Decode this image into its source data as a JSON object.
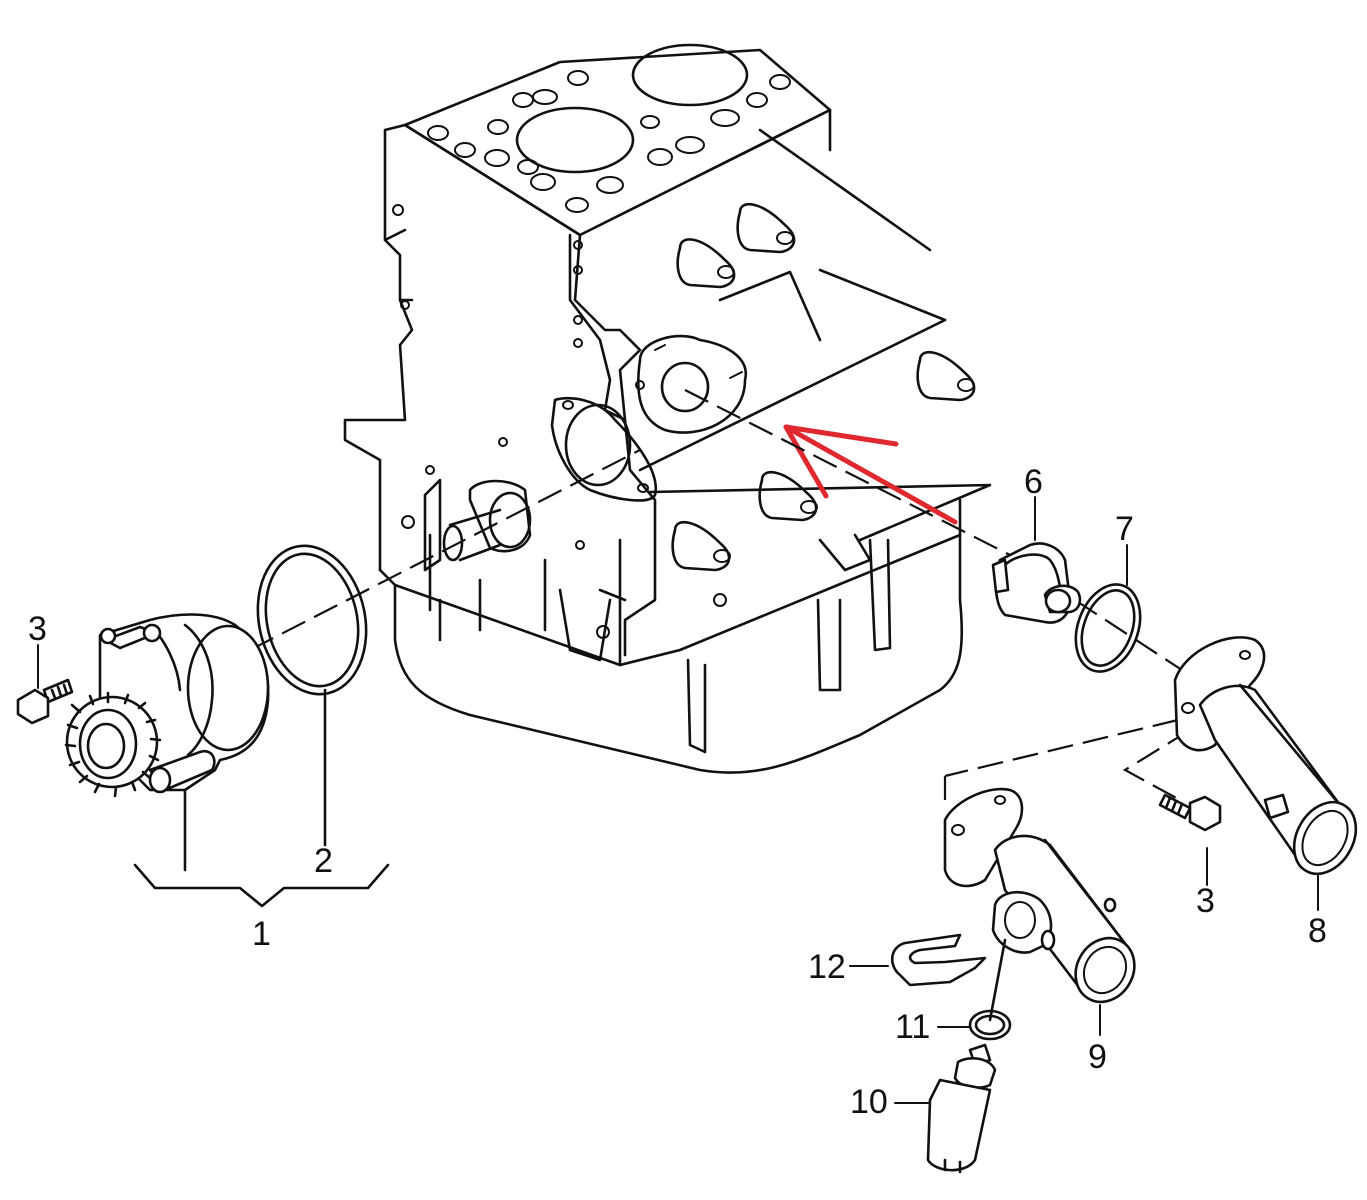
{
  "labels": {
    "l1": "1",
    "l2": "2",
    "l3a": "3",
    "l3b": "3",
    "l6": "6",
    "l7": "7",
    "l8": "8",
    "l9": "9",
    "l10": "10",
    "l11": "11",
    "l12": "12"
  },
  "colors": {
    "line": "#111111",
    "background": "#ffffff",
    "annotation_arrow": "#e0282f"
  }
}
